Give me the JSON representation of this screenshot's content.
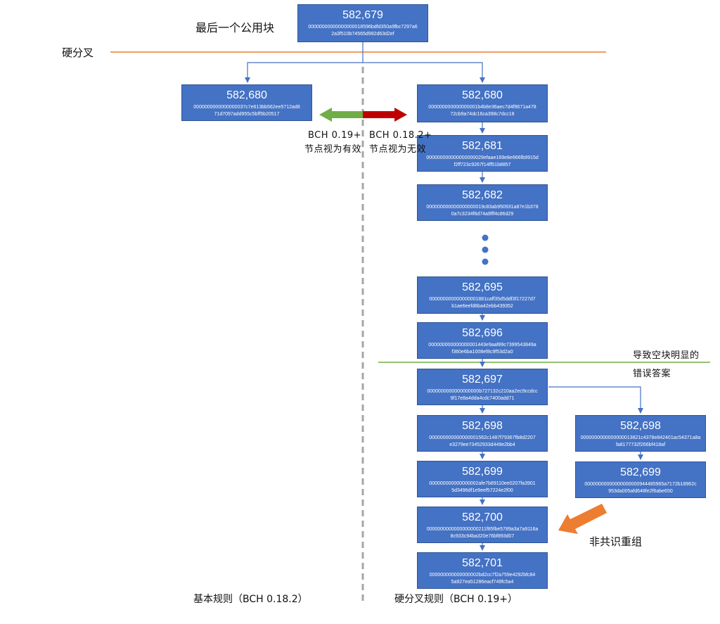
{
  "colors": {
    "block_fill": "#4472c4",
    "fork_line": "#ed7d31",
    "empty_block_line": "#70ad47",
    "green_arrow": "#70ad47",
    "red_arrow": "#c00000",
    "orange_arrow": "#ed7d31",
    "divider": "#a6a6a6"
  },
  "labels": {
    "last_common_block": "最后一个公用块",
    "hard_fork": "硬分叉",
    "left_valid": [
      "BCH 0.19+",
      "节点视为有效"
    ],
    "right_invalid": [
      "BCH 0.18.2+",
      "节点视为无效"
    ],
    "empty_block_answer": [
      "导致空块明显的",
      "错误答案"
    ],
    "non_consensus_reorg": "非共识重组",
    "base_rules": "基本规则（BCH 0.18.2）",
    "hardfork_rules": "硬分叉规则（BCH 0.19+）"
  },
  "blocks": {
    "b679": {
      "height": "582,679",
      "hash": [
        "00000000000000000018596bdfd350a9fbc7297a6",
        "2a3f510b74565d992d63d2ef"
      ]
    },
    "b680_left": {
      "height": "582,680",
      "hash": [
        "0000000000000000037c7e613bb562ee5712ad8",
        "71d7097add955c5bff5b20517"
      ]
    },
    "b680_right": {
      "height": "582,680",
      "hash": [
        "000000000000000001b4b8e36aec7d4f9671a478",
        "72cb9a74dc16ca398c7dcc18"
      ]
    },
    "b681": {
      "height": "582,681",
      "hash": [
        "000000000000000000029efaae169e8e666fb9915d",
        "f2ff723c9267f14ff51b8857"
      ]
    },
    "b682": {
      "height": "582,682",
      "hash": [
        "000000000000000000019c83ab950931a87e1b378",
        "0a7c3234f6d74a9fff4c86d29"
      ]
    },
    "b695": {
      "height": "582,695",
      "hash": [
        "000000000000000001881caff35d5ddf3f17227d7",
        "b1ae6eefd6ba42ebb439352"
      ]
    },
    "b696": {
      "height": "582,696",
      "hash": [
        "000000000000000001443e9aaf89c7399543849a",
        "f360e6ba1008ef8c9f53d2a0"
      ]
    },
    "b697": {
      "height": "582,697",
      "hash": [
        "0000000000000000000b727132c210aa2ec9ccdcc",
        "9f17e8a4dda4cdc7400add71"
      ]
    },
    "b698": {
      "height": "582,698",
      "hash": [
        "000000000000000001562c1487f79367fb8d2207",
        "e3279ee73452933d449e2bb4"
      ]
    },
    "b699": {
      "height": "582,699",
      "hash": [
        "000000000000000002afe7b89110ee0207fa3901",
        "5d3496df1e9eef57224e2f00"
      ]
    },
    "b700": {
      "height": "582,700",
      "hash": [
        "0000000000000000000211f85fbe5789a3a7a9116a",
        "8c933c94ba320e76bf893d07"
      ]
    },
    "b701": {
      "height": "582,701",
      "hash": [
        "000000000000000002bd2cc7f2a759e4292bfc84",
        "5a927ea51286eacf749fc5a4"
      ]
    },
    "b698_alt": {
      "height": "582,698",
      "hash": [
        "0000000000000000013821c4378e842401ac54371a8a",
        "fa8177732f266bf418af"
      ]
    },
    "b699_alt": {
      "height": "582,699",
      "hash": [
        "00000000000000000000944485965a7172b18962c",
        "953da005afd648fe2f6abe650"
      ]
    }
  }
}
